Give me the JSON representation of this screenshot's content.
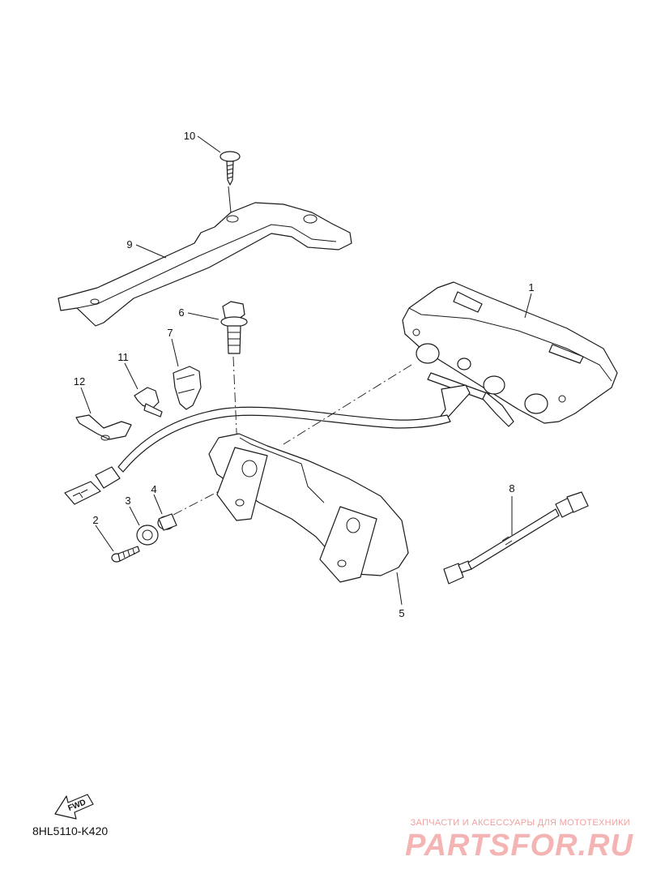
{
  "diagram": {
    "callouts": [
      "1",
      "2",
      "3",
      "4",
      "5",
      "6",
      "7",
      "8",
      "9",
      "10",
      "11",
      "12"
    ],
    "fwd_label": "FWD",
    "part_code": "8HL5110-K420"
  },
  "watermark": {
    "caption": "ЗАПЧАСТИ И АКСЕССУАРЫ ДЛЯ МОТОТЕХНИКИ",
    "logo": "PARTSFOR.RU"
  }
}
